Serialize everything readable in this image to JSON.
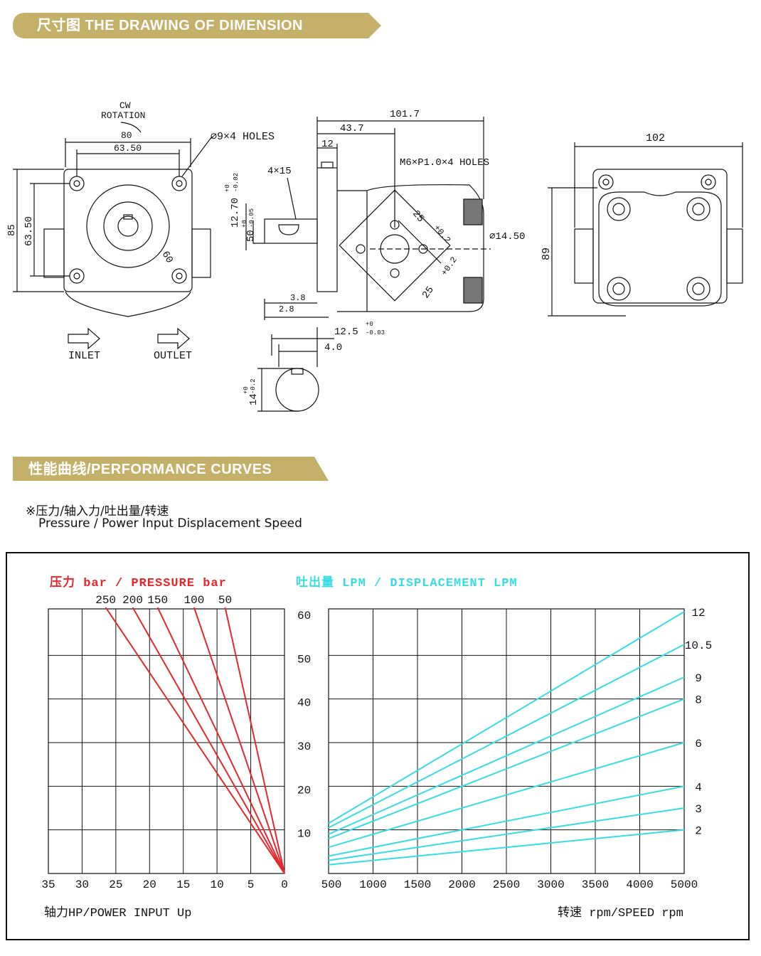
{
  "header1": {
    "title": "尺寸图 THE DRAWING OF DIMENSION"
  },
  "header2": {
    "title": "性能曲线/PERFORMANCE CURVES"
  },
  "drawing": {
    "rotation": [
      "CW",
      "ROTATION"
    ],
    "inlet": "INLET",
    "outlet": "OUTLET",
    "dims": {
      "d80": "80",
      "d6350w": "63.50",
      "holes": "⌀9×4 HOLES",
      "d85": "85",
      "d6350h": "63.50",
      "d60": "60",
      "d1017": "101.7",
      "d437": "43.7",
      "d12": "12",
      "d4x15": "4×15",
      "d1270": "12.70",
      "d1270tol": [
        "+0",
        "-0.02"
      ],
      "d50": "50",
      "d50tol": [
        "+0",
        "-0.05"
      ],
      "m6": "M6×P1.0×4 HOLES",
      "d25": "25",
      "d25tol": "+0.2",
      "d1450": "⌀14.50",
      "d38": "3.8",
      "d28": "2.8",
      "d125": "12.5",
      "d125tol": [
        "+0",
        "-0.03"
      ],
      "d40": "4.0",
      "d14": "14",
      "d14tol": [
        "+0",
        "-0.2"
      ],
      "d102": "102",
      "d89": "89"
    }
  },
  "note": {
    "cn": "※压力/轴入力/吐出量/转速",
    "en": "Pressure / Power Input Displacement Speed"
  },
  "chart_data": {
    "type": "line",
    "pressure_title": "压力 bar / PRESSURE bar",
    "displacement_title": "吐出量 LPM / DISPLACEMENT LPM",
    "xlabel_left": "轴力HP/POWER INPUT  Up",
    "xlabel_right": "转速 rpm/SPEED rpm",
    "power_ticks": [
      "35",
      "30",
      "25",
      "20",
      "15",
      "10",
      "5",
      "0"
    ],
    "power_range": [
      35,
      0
    ],
    "speed_ticks": [
      "500",
      "1000",
      "1500",
      "2000",
      "2500",
      "3000",
      "3500",
      "4000",
      "5000"
    ],
    "speed_range": [
      500,
      5000
    ],
    "y_ticks": [
      "10",
      "20",
      "30",
      "40",
      "50",
      "60"
    ],
    "y_range": [
      0,
      60
    ],
    "grid": true,
    "pressure_series": [
      {
        "name": "250",
        "x": [
          26.5,
          0
        ],
        "y": [
          60,
          0
        ]
      },
      {
        "name": "200",
        "x": [
          22.5,
          0
        ],
        "y": [
          60,
          0
        ]
      },
      {
        "name": "150",
        "x": [
          18.8,
          0
        ],
        "y": [
          60,
          0
        ]
      },
      {
        "name": "100",
        "x": [
          13.4,
          0
        ],
        "y": [
          60,
          0
        ]
      },
      {
        "name": "50",
        "x": [
          8.8,
          0
        ],
        "y": [
          60,
          0
        ]
      }
    ],
    "displacement_series": [
      {
        "name": "12",
        "x": [
          500,
          5000
        ],
        "y": [
          11.5,
          60
        ]
      },
      {
        "name": "10.5",
        "x": [
          500,
          5000
        ],
        "y": [
          10.5,
          52.5
        ]
      },
      {
        "name": "9",
        "x": [
          500,
          5000
        ],
        "y": [
          9,
          45
        ]
      },
      {
        "name": "8",
        "x": [
          500,
          5000
        ],
        "y": [
          8,
          40
        ]
      },
      {
        "name": "6",
        "x": [
          500,
          5000
        ],
        "y": [
          6,
          30
        ]
      },
      {
        "name": "4",
        "x": [
          500,
          5000
        ],
        "y": [
          4,
          20
        ]
      },
      {
        "name": "3",
        "x": [
          500,
          5000
        ],
        "y": [
          3,
          15
        ]
      },
      {
        "name": "2",
        "x": [
          500,
          5000
        ],
        "y": [
          2,
          10
        ]
      }
    ],
    "colors": {
      "pressure": "#e8262b",
      "displacement": "#36dde3",
      "grid": "#111111"
    }
  },
  "colors": {
    "banner": "#c5b06a",
    "banner_dark": "#a8924f"
  }
}
